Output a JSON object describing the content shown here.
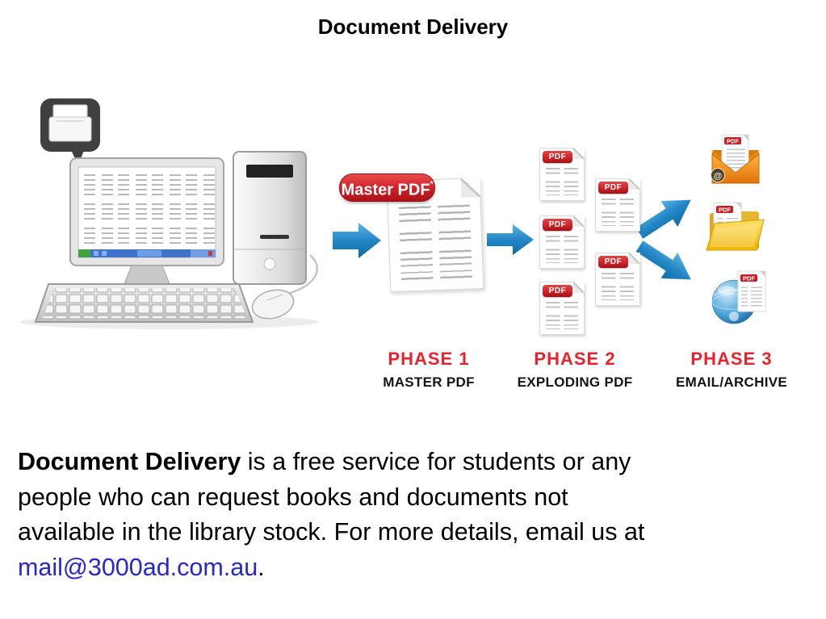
{
  "title": "Document Delivery",
  "diagram": {
    "master_badge": "Master PDF",
    "master_badge_mark": "*",
    "pdf_label": "PDF",
    "at_symbol": "@",
    "phases": [
      {
        "name": "PHASE 1",
        "subtitle": "MASTER PDF"
      },
      {
        "name": "PHASE 2",
        "subtitle": "EXPLODING PDF"
      },
      {
        "name": "PHASE 3",
        "subtitle": "EMAIL/ARCHIVE"
      }
    ],
    "icons": {
      "source": "desktop-computer-with-printer-bubble",
      "flow": "arrow-right",
      "file": "pdf-document",
      "outputs": [
        "email-envelope",
        "folder-archive",
        "web-globe"
      ]
    }
  },
  "paragraph": {
    "lead": "Document Delivery",
    "line1_rest": " is a free service for students or any",
    "line2": "people who can request books and documents not",
    "line3": "available in the library stock. For more details, email us at",
    "email": "mail@3000ad.com.au",
    "period": "."
  },
  "colors": {
    "badge_red": "#cd2027",
    "phase_red": "#e8232e",
    "arrow_blue": "#2387c6",
    "link_blue": "#2727cd",
    "folder_yellow": "#f0b700",
    "envelope_orange": "#ef8210",
    "globe_blue": "#2b7fc0"
  }
}
